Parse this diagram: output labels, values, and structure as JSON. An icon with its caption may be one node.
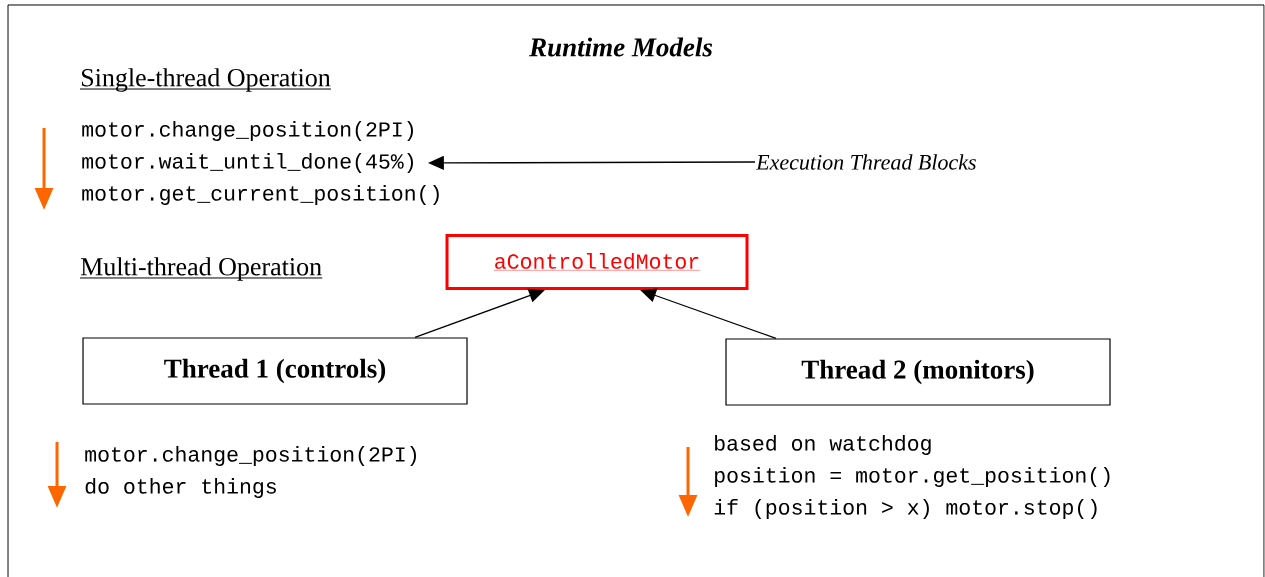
{
  "diagram": {
    "title": "Runtime Models",
    "nodes": [
      {
        "text": [
          "motor.change_position(2PI)"
        ]
      },
      {
        "text": [
          "motor.wait_until_done(45%)"
        ]
      },
      {
        "text": [
          "motor.get_current_position()"
        ]
      },
      {
        "text": [
          "Execution Thread Blocks"
        ]
      },
      {
        "text": [
          "aControlledMotor"
        ]
      },
      {
        "text": [
          "Thread 1 (controls)"
        ]
      },
      {
        "text": [
          "Thread 2 (monitors)"
        ]
      }
    ],
    "edges": [
      {
        "from": 3,
        "to": 1,
        "arrow": "to"
      },
      {
        "from": 5,
        "to": 4,
        "arrow": "to"
      },
      {
        "from": 6,
        "to": 4,
        "arrow": "to"
      }
    ],
    "labels": [
      "Single-thread Operation",
      "Multi-thread Operation",
      "motor.change_position(2PI)",
      "do other things",
      "based on watchdog",
      "position = motor.get_position()",
      "if (position > x) motor.stop()"
    ]
  }
}
